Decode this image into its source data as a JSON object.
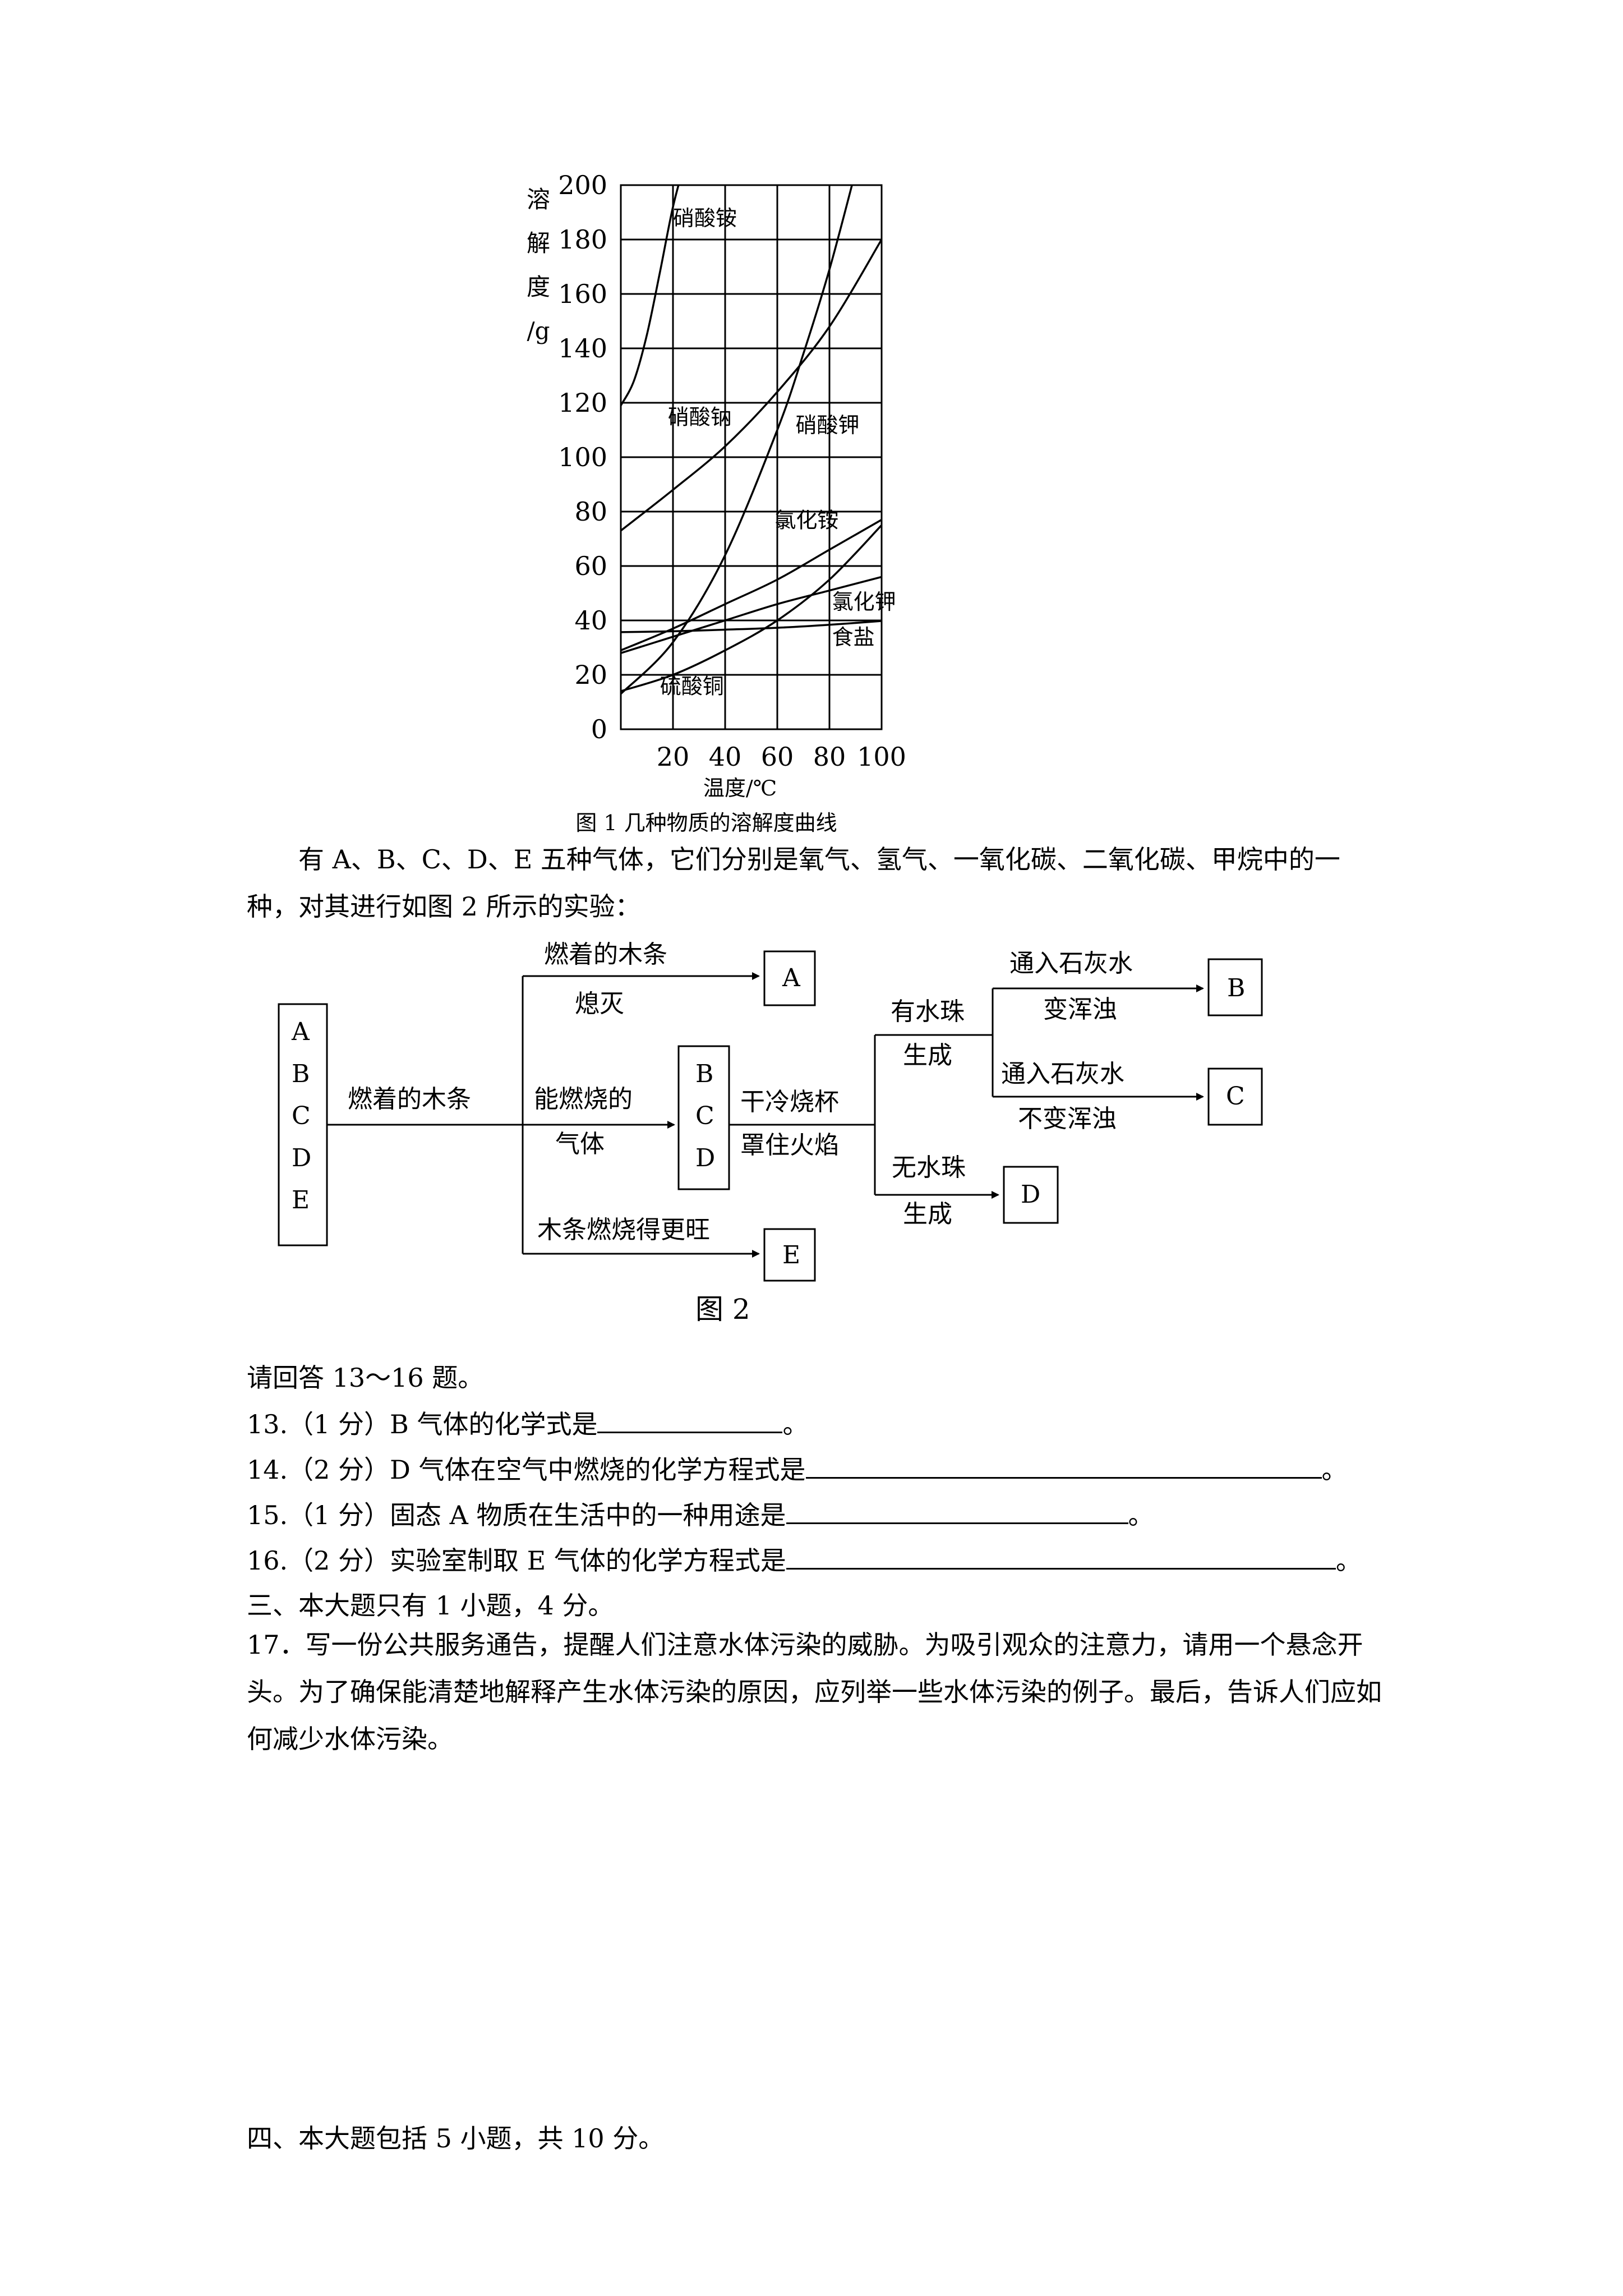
{
  "chart_data": {
    "type": "line",
    "title": "",
    "xlabel": "温度/℃",
    "ylabel": "溶解度/g",
    "ylabel_chars": [
      "溶",
      "解",
      "度",
      "/g"
    ],
    "x_ticks": [
      "0",
      "20",
      "40",
      "60",
      "80",
      "100"
    ],
    "y_ticks": [
      "0",
      "20",
      "40",
      "60",
      "80",
      "100",
      "120",
      "140",
      "160",
      "180",
      "200"
    ],
    "xlim": [
      0,
      100
    ],
    "ylim": [
      0,
      200
    ],
    "grid": true,
    "caption": "图 1 几种物质的溶解度曲线",
    "series": [
      {
        "name": "硝酸铵",
        "x": [
          0,
          5,
          10,
          15,
          20,
          25
        ],
        "y": [
          119,
          128,
          145,
          168,
          192,
          210
        ]
      },
      {
        "name": "硝酸钠",
        "x": [
          0,
          20,
          40,
          60,
          80,
          100
        ],
        "y": [
          73,
          88,
          104,
          124,
          148,
          180
        ]
      },
      {
        "name": "硝酸钾",
        "x": [
          0,
          20,
          40,
          60,
          70,
          80,
          90
        ],
        "y": [
          13,
          32,
          64,
          110,
          138,
          169,
          205
        ]
      },
      {
        "name": "氯化铵",
        "x": [
          0,
          20,
          40,
          60,
          80,
          100
        ],
        "y": [
          29,
          37,
          46,
          55,
          66,
          77
        ]
      },
      {
        "name": "氯化钾",
        "x": [
          0,
          20,
          40,
          60,
          80,
          100
        ],
        "y": [
          28,
          34,
          40,
          46,
          51,
          56
        ]
      },
      {
        "name": "食盐",
        "x": [
          0,
          20,
          40,
          60,
          80,
          100
        ],
        "y": [
          35.7,
          36.0,
          36.6,
          37.3,
          38.4,
          39.8
        ]
      },
      {
        "name": "硫酸铜",
        "x": [
          0,
          20,
          40,
          60,
          80,
          100
        ],
        "y": [
          14,
          20,
          29,
          40,
          55,
          75
        ]
      }
    ]
  },
  "intro_para": "有 A、B、C、D、E 五种气体，它们分别是氧气、氢气、一氧化碳、二氧化碳、甲烷中的一种，对其进行如图 2 所示的实验：",
  "flow": {
    "start_box": [
      "A",
      "B",
      "C",
      "D",
      "E"
    ],
    "arrow1_label": "燃着的木条",
    "top_label_1": "燃着的木条",
    "top_label_2": "熄灭",
    "box_a": "A",
    "mid_label_1": "能燃烧的",
    "mid_label_2": "气体",
    "mid_box": [
      "B",
      "C",
      "D"
    ],
    "cup_label_1": "干冷烧杯",
    "cup_label_2": "罩住火焰",
    "water_label_1": "有水珠",
    "water_label_2": "生成",
    "lime1_label_1": "通入石灰水",
    "lime1_label_2": "变浑浊",
    "box_b": "B",
    "lime2_label_1": "通入石灰水",
    "lime2_label_2": "不变浑浊",
    "box_c": "C",
    "nowater_label_1": "无水珠",
    "nowater_label_2": "生成",
    "box_d": "D",
    "bottom_label": "木条燃烧得更旺",
    "box_e": "E",
    "caption": "图 2"
  },
  "questions": {
    "intro": "请回答 13～16 题。",
    "q13": "13.（1 分）B 气体的化学式是",
    "q14": "14.（2 分）D 气体在空气中燃烧的化学方程式是",
    "q15": "15.（1 分）固态 A 物质在生活中的一种用途是",
    "q16": "16.（2 分）实验室制取 E 气体的化学方程式是",
    "end": "。",
    "section3": "三、本大题只有 1 小题，4 分。",
    "q17": "17．写一份公共服务通告，提醒人们注意水体污染的威胁。为吸引观众的注意力，请用一个悬念开头。为了确保能清楚地解释产生水体污染的原因，应列举一些水体污染的例子。最后，告诉人们应如何减少水体污染。",
    "section4": "四、本大题包括 5 小题，共 10 分。"
  }
}
